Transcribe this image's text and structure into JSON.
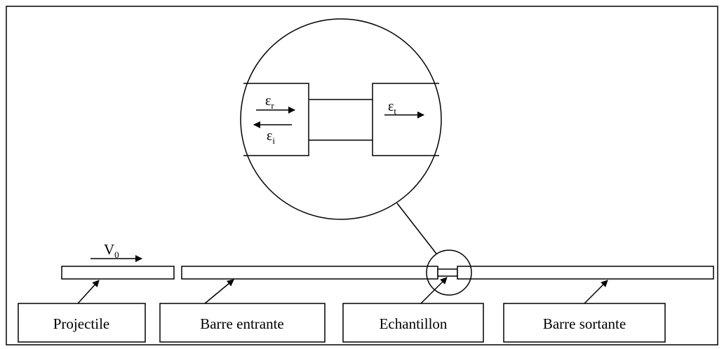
{
  "labels": {
    "projectile": "Projectile",
    "barre_entrante": "Barre entrante",
    "echantillon": "Echantillon",
    "barre_sortante": "Barre sortante"
  },
  "velocity": {
    "symbol": "V",
    "sub": "0"
  },
  "strains": {
    "reflected": {
      "symbol": "ε",
      "sub": "r"
    },
    "incident": {
      "symbol": "ε",
      "sub": "i"
    },
    "transmitted": {
      "symbol": "ε",
      "sub": "t"
    }
  }
}
